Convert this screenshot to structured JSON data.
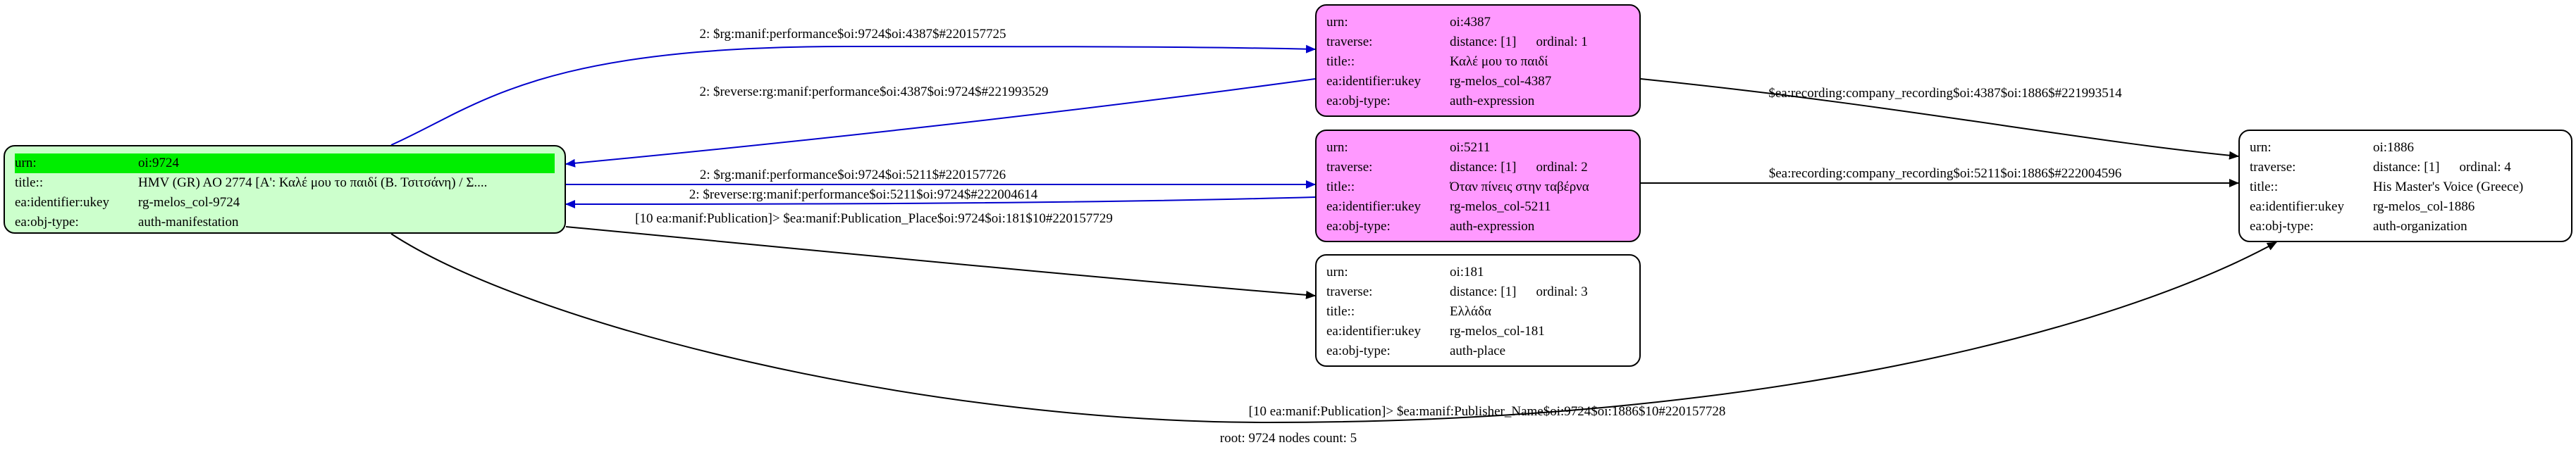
{
  "graph": {
    "nodes": [
      {
        "id": "n9724",
        "style": "green",
        "rows": [
          {
            "k": "urn:",
            "v": "oi:9724",
            "highlight": true
          },
          {
            "k": "title::",
            "v": "HMV (GR) AO 2774 [Α': Καλέ μου το παιδί (Β. Τσιτσάνη) / Σ...."
          },
          {
            "k": "ea:identifier:ukey",
            "v": "rg-melos_col-9724"
          },
          {
            "k": "ea:obj-type:",
            "v": "auth-manifestation"
          }
        ]
      },
      {
        "id": "n4387",
        "style": "pink",
        "rows": [
          {
            "k": "urn:",
            "v": "oi:4387"
          },
          {
            "k": "traverse:",
            "v": "distance: [1]",
            "v2": "ordinal: 1"
          },
          {
            "k": "title::",
            "v": "Καλέ μου το παιδί"
          },
          {
            "k": "ea:identifier:ukey",
            "v": "rg-melos_col-4387"
          },
          {
            "k": "ea:obj-type:",
            "v": "auth-expression"
          }
        ]
      },
      {
        "id": "n5211",
        "style": "pink",
        "rows": [
          {
            "k": "urn:",
            "v": "oi:5211"
          },
          {
            "k": "traverse:",
            "v": "distance: [1]",
            "v2": "ordinal: 2"
          },
          {
            "k": "title::",
            "v": "Όταν πίνεις στην ταβέρνα"
          },
          {
            "k": "ea:identifier:ukey",
            "v": "rg-melos_col-5211"
          },
          {
            "k": "ea:obj-type:",
            "v": "auth-expression"
          }
        ]
      },
      {
        "id": "n181",
        "style": "white",
        "rows": [
          {
            "k": "urn:",
            "v": "oi:181"
          },
          {
            "k": "traverse:",
            "v": "distance: [1]",
            "v2": "ordinal: 3"
          },
          {
            "k": "title::",
            "v": "Ελλάδα"
          },
          {
            "k": "ea:identifier:ukey",
            "v": "rg-melos_col-181"
          },
          {
            "k": "ea:obj-type:",
            "v": "auth-place"
          }
        ]
      },
      {
        "id": "n1886",
        "style": "white",
        "rows": [
          {
            "k": "urn:",
            "v": "oi:1886"
          },
          {
            "k": "traverse:",
            "v": "distance: [1]",
            "v2": "ordinal: 4"
          },
          {
            "k": "title::",
            "v": "His Master's Voice (Greece)"
          },
          {
            "k": "ea:identifier:ukey",
            "v": "rg-melos_col-1886"
          },
          {
            "k": "ea:obj-type:",
            "v": "auth-organization"
          }
        ]
      }
    ],
    "edges": [
      {
        "id": "e1",
        "color": "#0000cc",
        "label": "2: $rg:manif:performance$oi:9724$oi:4387$#220157725"
      },
      {
        "id": "e2",
        "color": "#0000cc",
        "label": "2: $reverse:rg:manif:performance$oi:4387$oi:9724$#221993529"
      },
      {
        "id": "e3",
        "color": "#0000cc",
        "label": "2: $rg:manif:performance$oi:9724$oi:5211$#220157726"
      },
      {
        "id": "e4",
        "color": "#0000cc",
        "label": "2: $reverse:rg:manif:performance$oi:5211$oi:9724$#222004614"
      },
      {
        "id": "e5",
        "color": "#000000",
        "label": "[10 ea:manif:Publication]> $ea:manif:Publication_Place$oi:9724$oi:181$10#220157729"
      },
      {
        "id": "e6",
        "color": "#000000",
        "label": "[10 ea:manif:Publication]> $ea:manif:Publisher_Name$oi:9724$oi:1886$10#220157728"
      },
      {
        "id": "e7",
        "color": "#000000",
        "label": "$ea:recording:company_recording$oi:4387$oi:1886$#221993514"
      },
      {
        "id": "e8",
        "color": "#000000",
        "label": "$ea:recording:company_recording$oi:5211$oi:1886$#222004596"
      }
    ]
  },
  "footer": "root: 9724 nodes count: 5"
}
